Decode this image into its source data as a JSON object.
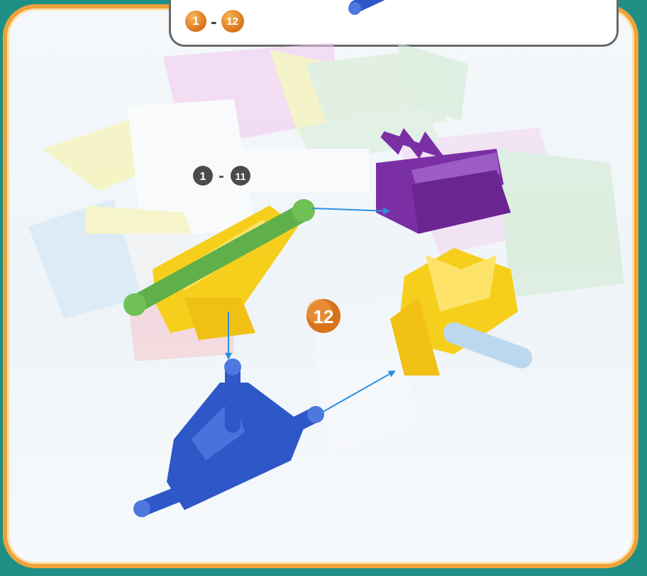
{
  "header": {
    "range_start": "1",
    "range_dash": "-",
    "range_end": "12"
  },
  "subassembly": {
    "range_start": "1",
    "range_dash": "-",
    "range_end": "11"
  },
  "step": {
    "number": "12"
  },
  "colors": {
    "frame": "#f0a23a",
    "background": "#1f8f86",
    "arrow": "#2b8fe0",
    "purple_part": "#7b2fa5",
    "yellow_part": "#f6cf1c",
    "green_rod": "#5fb04a",
    "blue_part": "#2e57c7",
    "light_blue_rod": "#bcd8ee"
  }
}
